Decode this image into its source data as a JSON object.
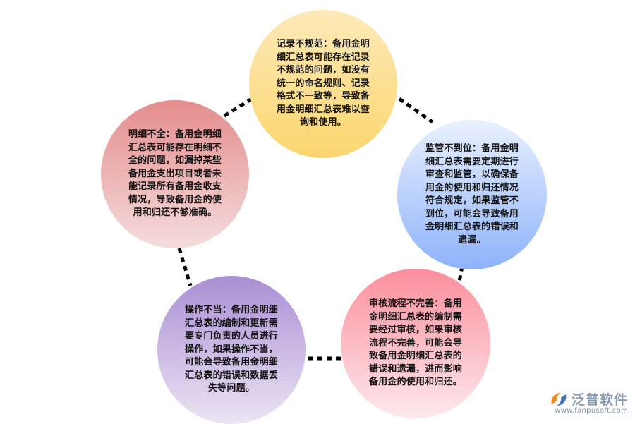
{
  "nodes": {
    "top": "记录不规范：备用金明细汇总表可能存在记录不规范的问题，如没有统一的命名规则、记录格式不一致等，导致备用金明细汇总表难以查询和使用。",
    "right": "监管不到位：备用金明细汇总表需要定期进行审查和监管，以确保备用金的使用和归还情况符合规定，如果监管不到位，可能会导致备用金明细汇总表的错误和遗漏。",
    "bottom_right": "审核流程不完善：备用金明细汇总表的编制需要经过审核，如果审核流程不完善，可能会导致备用金明细汇总表的错误和遗漏，进而影响备用金的使用和归还。",
    "bottom_left": "操作不当：备用金明细汇总表的编制和更新需要专门负责的人员进行操作，如果操作不当，可能会导致备用金明细汇总表的错误和数据丢失等问题。",
    "left": "明细不全：备用金明细汇总表可能存在明细不全的问题，如漏掉某些备用金支出项目或者未能记录所有备用金收支情况，导致备用金的使用和归还不够准确。"
  },
  "logo": {
    "name": "泛普软件",
    "url": "www.fanpusoft.com"
  },
  "colors": {
    "top": "#fbd66e",
    "right": "#8db3fa",
    "bottom_right": "#fb8e9c",
    "bottom_left": "#a98fd4",
    "left": "#e48c8c",
    "connector": "#000000",
    "logo_orange": "#f08a1e",
    "logo_blue": "#3d6fb8"
  }
}
